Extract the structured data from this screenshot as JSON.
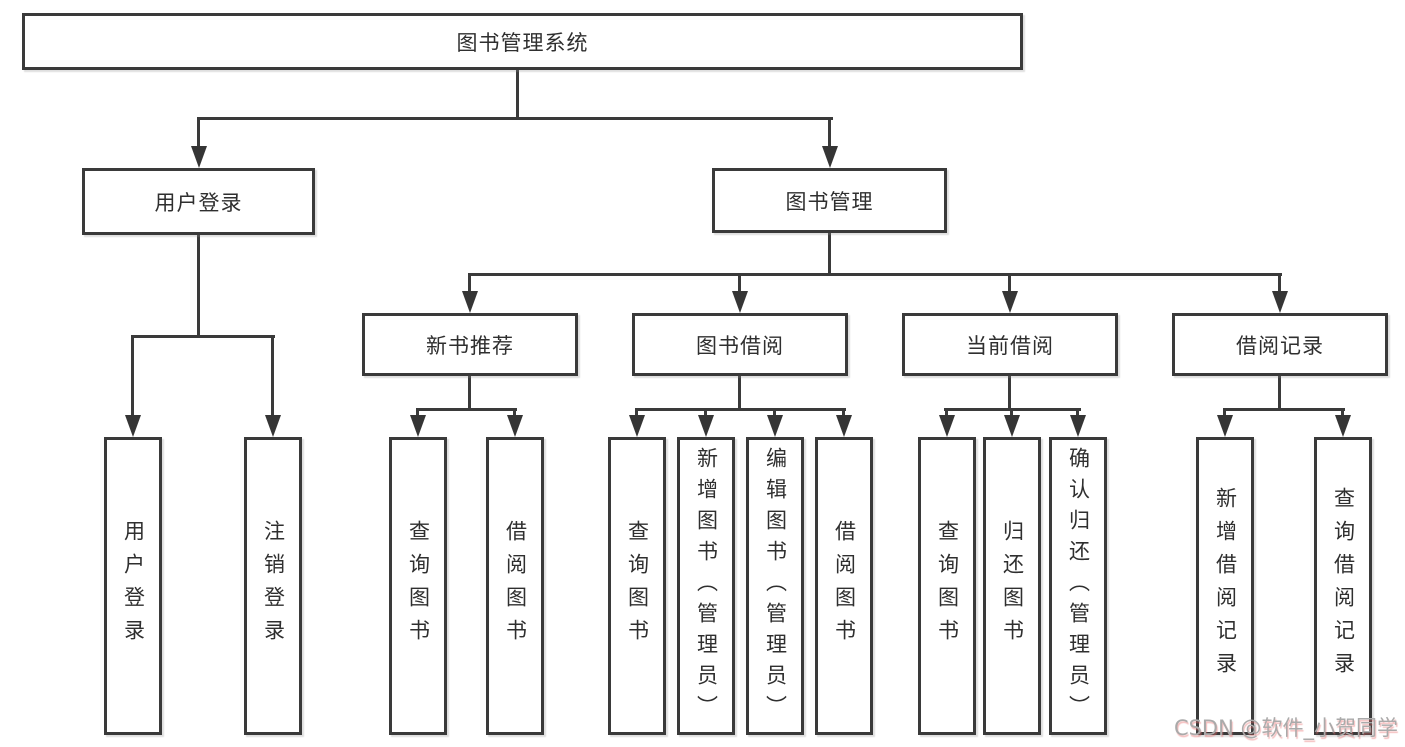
{
  "diagram": {
    "root": "图书管理系统",
    "level2": {
      "userLogin": "用户登录",
      "bookManagement": "图书管理"
    },
    "level3": {
      "newBookRecommend": "新书推荐",
      "bookBorrow": "图书借阅",
      "currentBorrow": "当前借阅",
      "borrowRecord": "借阅记录"
    },
    "leaves": {
      "userLogin": "用户登录",
      "logoutLogin": "注销登录",
      "queryBooks1": "查询图书",
      "borrowBooks1": "借阅图书",
      "queryBooks2": "查询图书",
      "addBooksAdmin": "新增图书（管理员）",
      "editBooksAdmin": "编辑图书（管理员）",
      "borrowBooks2": "借阅图书",
      "queryBooks3": "查询图书",
      "returnBooks": "归还图书",
      "confirmReturnAdmin": "确认归还（管理员）",
      "addBorrowRecord": "新增借阅记录",
      "queryBorrowRecord": "查询借阅记录"
    }
  },
  "watermark": {
    "text": "CSDN @软件_小贺同学"
  },
  "colors": {
    "line": "#3a3a3a",
    "text": "#2f2f2f",
    "background": "#ffffff",
    "watermark": "#aaaaaa",
    "watermarkShadow": "#e76a6a"
  }
}
